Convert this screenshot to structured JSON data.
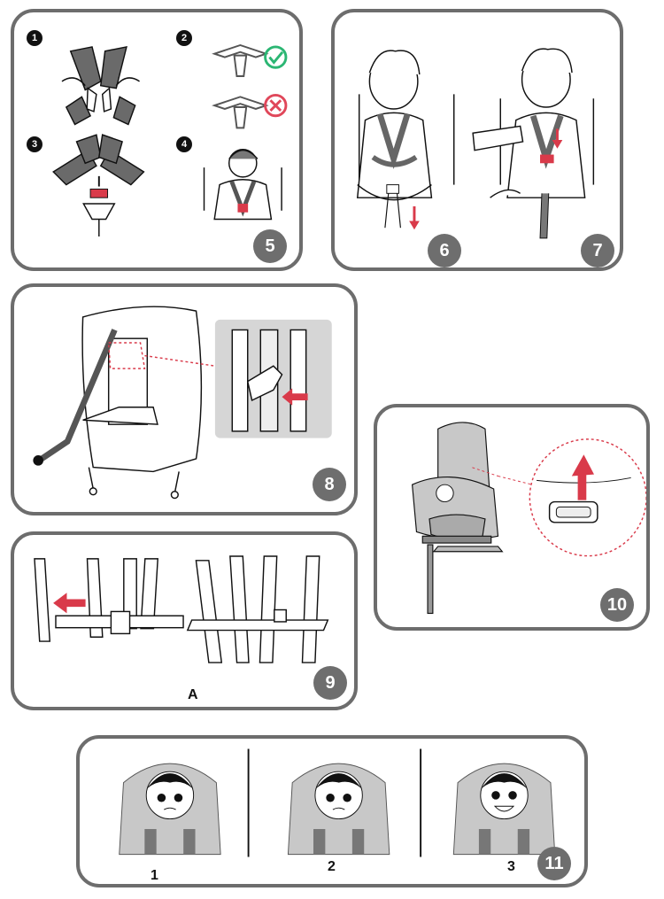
{
  "panels": {
    "p5": {
      "badge": "5",
      "substeps": [
        "1",
        "2",
        "3",
        "4"
      ]
    },
    "p6": {
      "badge": "6"
    },
    "p7": {
      "badge": "7"
    },
    "p8": {
      "badge": "8"
    },
    "p9": {
      "badge": "9",
      "caption": "A"
    },
    "p10": {
      "badge": "10"
    },
    "p11": {
      "badge": "11",
      "labels": [
        "1",
        "2",
        "3"
      ]
    }
  },
  "colors": {
    "frame": "#6d6d6d",
    "badge": "#6e6e6e",
    "ok": "#2bb673",
    "bad": "#e0475a",
    "arrow": "#d93a4a",
    "shell": "#c8c8c8",
    "strap": "#777777"
  },
  "icons": [
    "check-icon",
    "cross-icon",
    "arrow-icon"
  ]
}
